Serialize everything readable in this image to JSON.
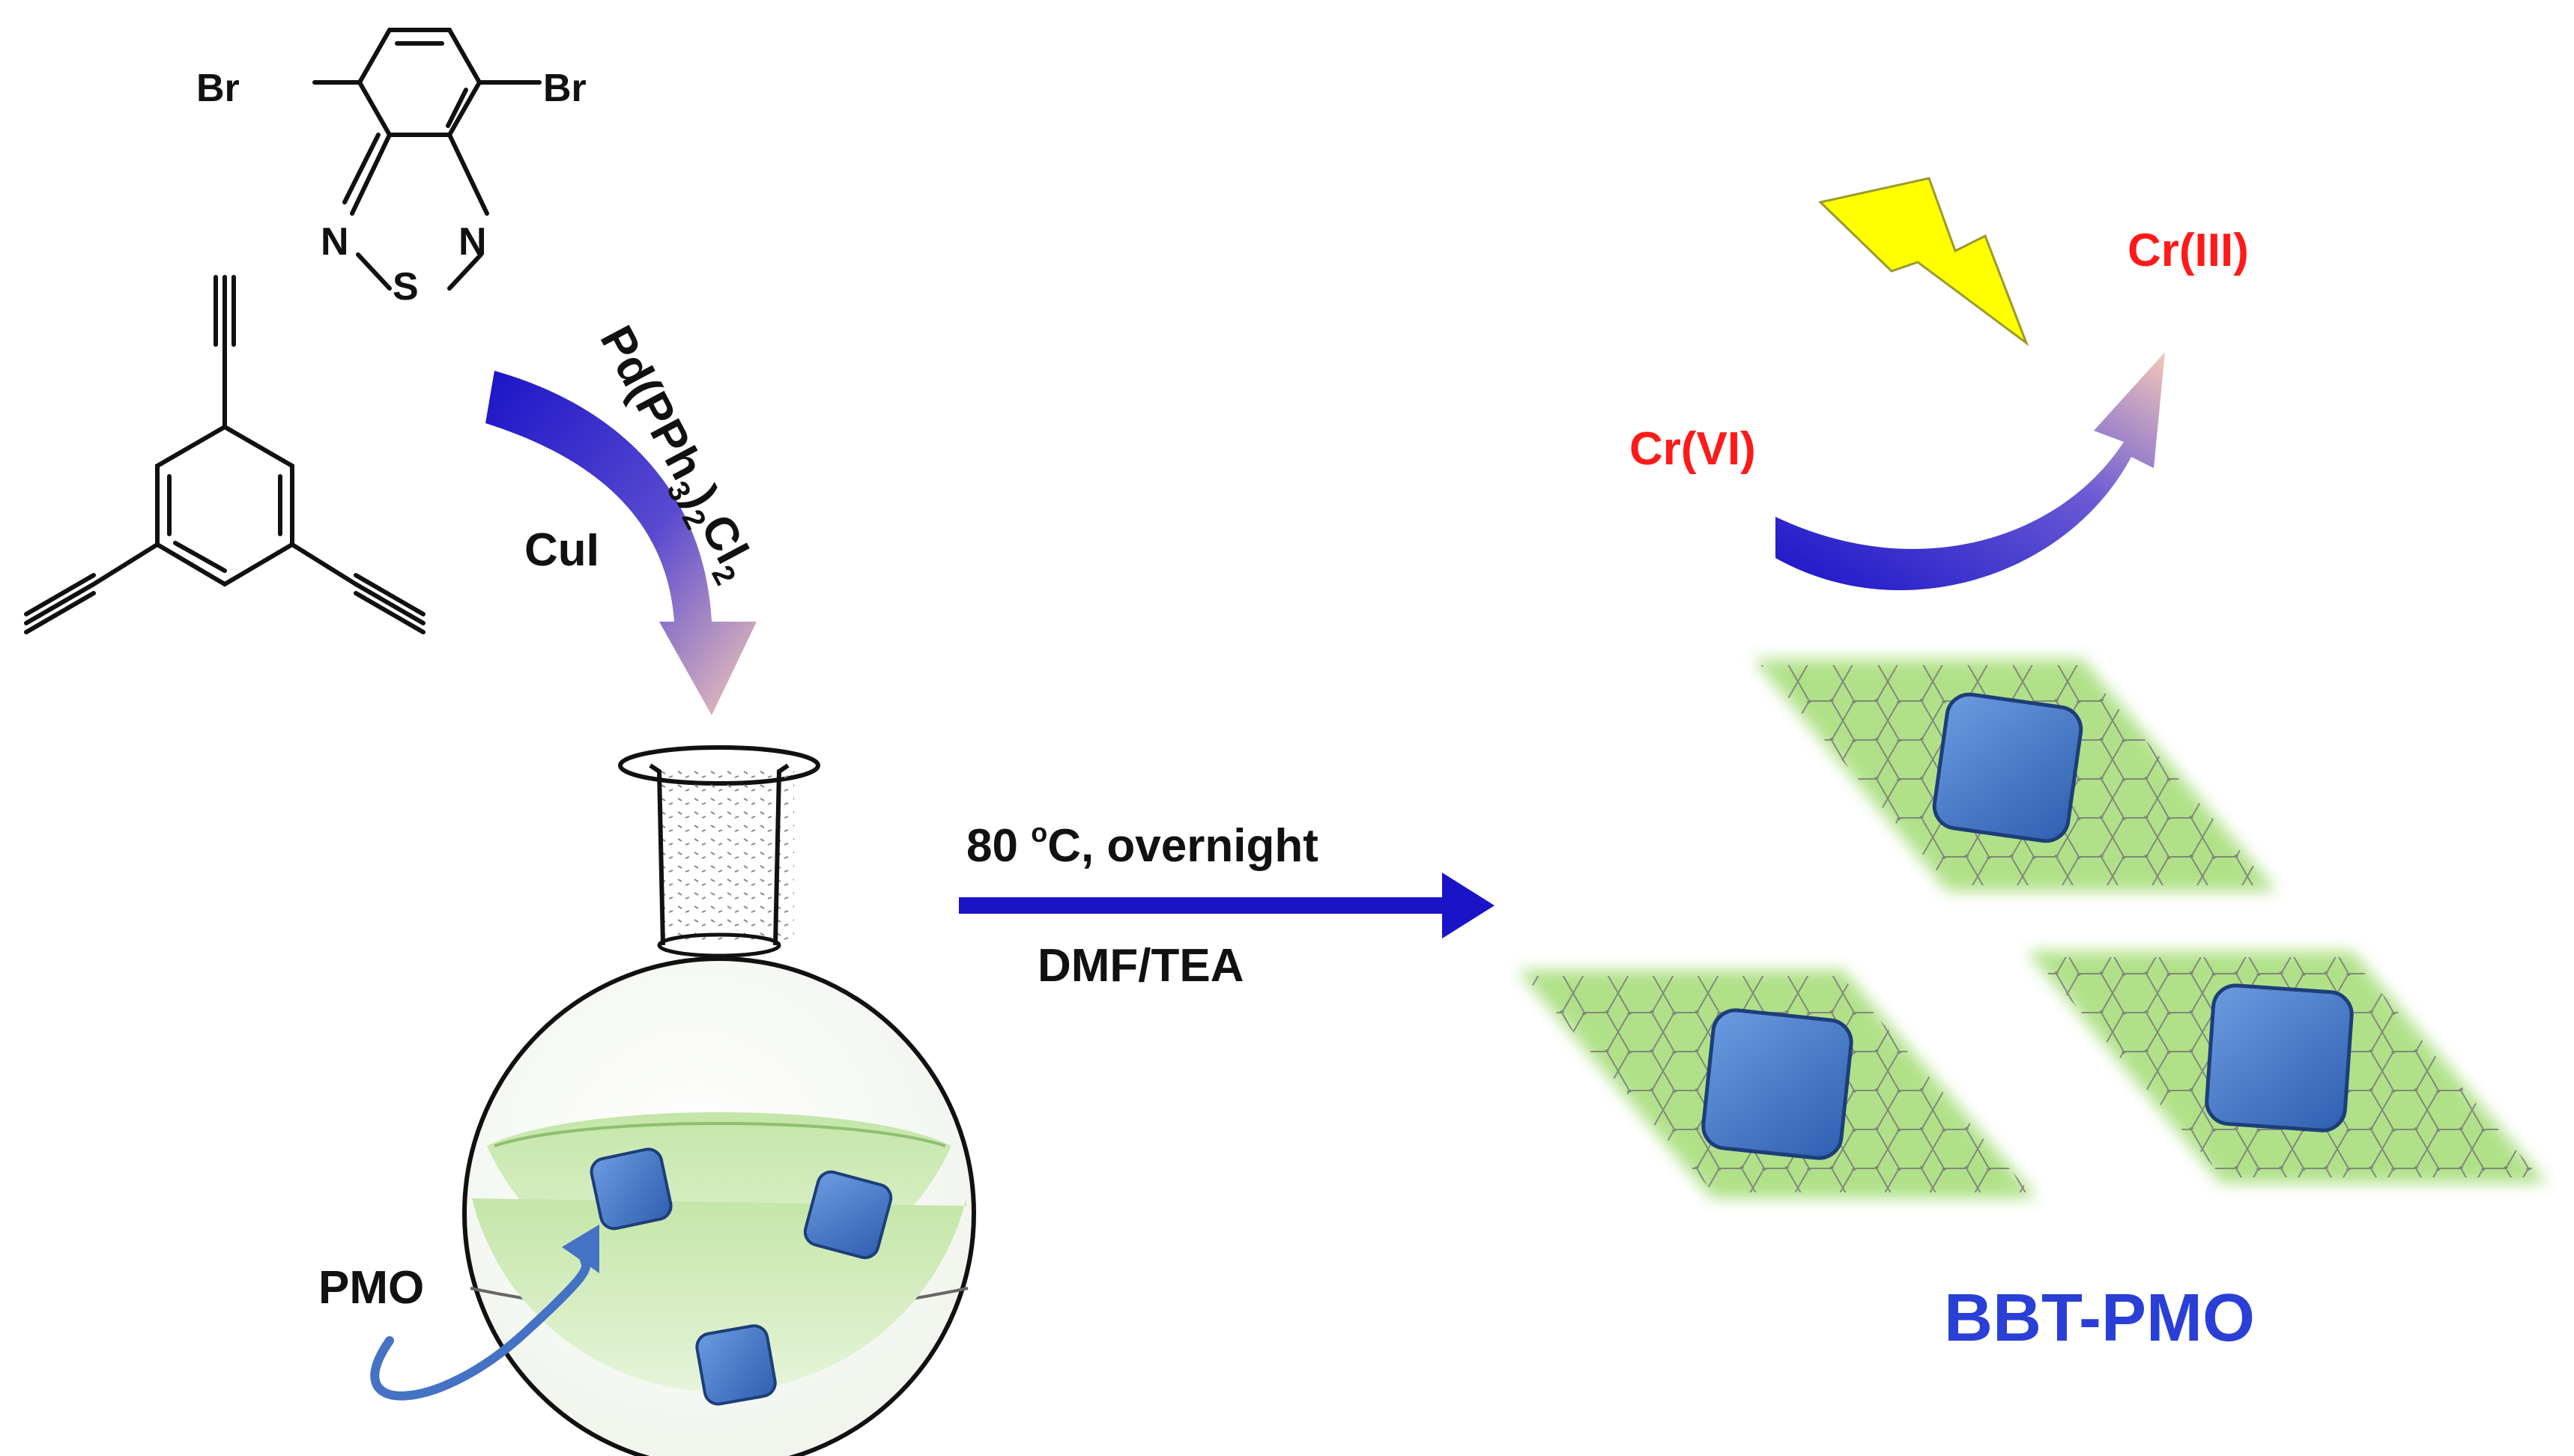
{
  "labels": {
    "br_left": "Br",
    "br_right": "Br",
    "n_left": "N",
    "n_right": "N",
    "s_atom": "S",
    "catalyst_pd": "Pd(PPh",
    "catalyst_sub3": "3",
    "catalyst_mid": ")",
    "catalyst_sub2": "2",
    "catalyst_cl": "Cl",
    "catalyst_sub2b": "2",
    "cocatalyst": "CuI",
    "temperature_value": "80 ",
    "temperature_unit": "o",
    "temperature_rest": "C,  overnight",
    "solvent": "DMF/TEA",
    "pmo": "PMO",
    "cr6": "Cr(VI)",
    "cr3": "Cr(III)",
    "product": "BBT-PMO"
  },
  "colors": {
    "arrow_blue": "#1a14c8",
    "arrow_fade": "#f2c8b8",
    "cube": "#3e74c8",
    "liquid": "#cde9b8",
    "framework": "#9bd36b",
    "lightning": "#ffff00",
    "red_text": "#ff1a1a",
    "product_text": "#2a3fd6"
  }
}
